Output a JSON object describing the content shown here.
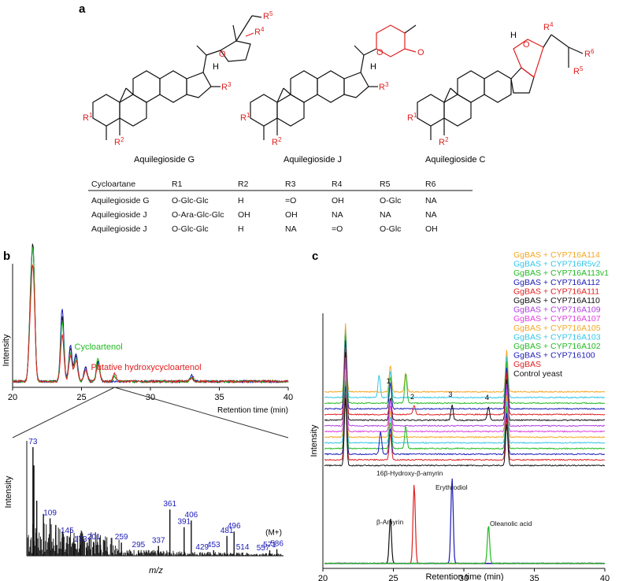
{
  "panel_labels": {
    "a": "a",
    "b": "b",
    "c": "c"
  },
  "structures": [
    {
      "name": "Aquilegioside G"
    },
    {
      "name": "Aquilegioside J"
    },
    {
      "name": "Aquilegioside C"
    }
  ],
  "chem_labels": {
    "r1": "R",
    "r1_sup": "1",
    "r2": "R",
    "r2_sup": "2",
    "r3": "R",
    "r3_sup": "3",
    "r4": "R",
    "r4_sup": "4",
    "r5": "R",
    "r5_sup": "5",
    "r6": "R",
    "r6_sup": "6",
    "O": "O",
    "H": "H"
  },
  "table": {
    "headers": [
      "Cycloartane",
      "R1",
      "R2",
      "R3",
      "R4",
      "R5",
      "R6"
    ],
    "rows": [
      [
        "Aquilegioside G",
        "O-Glc-Glc",
        "H",
        "=O",
        "OH",
        "O-Glc",
        "NA"
      ],
      [
        "Aquilegioside J",
        "O-Ara-Glc-Glc",
        "OH",
        "OH",
        "NA",
        "NA",
        "NA"
      ],
      [
        "Aquilegioside J",
        "O-Glc-Glc",
        "H",
        "NA",
        "=O",
        "O-Glc",
        "OH"
      ]
    ]
  },
  "colors": {
    "red": "#e02020",
    "green": "#22bb22",
    "blue": "#1a1ab8",
    "black": "#111111",
    "orange": "#f5a623",
    "cyan": "#33c6e8",
    "purple": "#b040e0",
    "magenta": "#e040e0",
    "navy": "#1f1f9a"
  },
  "chart_data": [
    {
      "type": "line",
      "title": "",
      "xlabel": "Retention time (min)",
      "ylabel": "Intensity",
      "xlim": [
        20,
        40
      ],
      "xticks": [
        20,
        25,
        30,
        35,
        40
      ],
      "series": [
        {
          "color": "#111111",
          "peaks": [
            [
              21.5,
              1.0
            ],
            [
              21.3,
              0.55
            ],
            [
              23.6,
              0.55
            ],
            [
              24.2,
              0.28
            ],
            [
              24.6,
              0.22
            ],
            [
              25.3,
              0.12
            ],
            [
              26.2,
              0.18
            ],
            [
              27.4,
              0.04
            ],
            [
              33.0,
              0.03
            ]
          ]
        },
        {
          "color": "#1a1ab8",
          "peaks": [
            [
              21.5,
              0.98
            ],
            [
              21.3,
              0.52
            ],
            [
              23.6,
              0.62
            ],
            [
              24.2,
              0.3
            ],
            [
              24.6,
              0.24
            ],
            [
              25.3,
              0.12
            ],
            [
              26.2,
              0.16
            ],
            [
              33.0,
              0.05
            ]
          ]
        },
        {
          "color": "#22bb22",
          "peaks": [
            [
              21.5,
              0.99
            ],
            [
              21.3,
              0.5
            ],
            [
              23.6,
              0.5
            ],
            [
              24.2,
              0.25
            ],
            [
              24.6,
              0.2
            ],
            [
              25.3,
              0.1
            ],
            [
              26.2,
              0.2
            ],
            [
              27.4,
              0.04
            ],
            [
              33.0,
              0.04
            ]
          ]
        },
        {
          "color": "#e02020",
          "peaks": [
            [
              21.5,
              0.85
            ],
            [
              21.3,
              0.45
            ],
            [
              23.6,
              0.4
            ],
            [
              24.2,
              0.22
            ],
            [
              24.6,
              0.18
            ],
            [
              25.3,
              0.1
            ],
            [
              26.2,
              0.14
            ],
            [
              27.4,
              0.07
            ],
            [
              33.0,
              0.03
            ]
          ]
        }
      ],
      "annotations": [
        {
          "text": "Cycloartenol",
          "color": "#22bb22",
          "x": 26.2
        },
        {
          "text": "Putative hydroxycycloartenol",
          "color": "#e02020",
          "x": 27.4
        }
      ]
    },
    {
      "type": "bar",
      "title": "",
      "xlabel": "m/z",
      "ylabel": "Intensity",
      "label_color": "#1a1ab8",
      "peaks": [
        {
          "mz": 73,
          "rel": 1.0,
          "label": "73"
        },
        {
          "mz": 75,
          "rel": 0.82,
          "label": ""
        },
        {
          "mz": 81,
          "rel": 0.5,
          "label": ""
        },
        {
          "mz": 95,
          "rel": 0.38,
          "label": ""
        },
        {
          "mz": 109,
          "rel": 0.34,
          "label": "109"
        },
        {
          "mz": 121,
          "rel": 0.28,
          "label": ""
        },
        {
          "mz": 135,
          "rel": 0.22,
          "label": ""
        },
        {
          "mz": 145,
          "rel": 0.18,
          "label": "145"
        },
        {
          "mz": 159,
          "rel": 0.16,
          "label": ""
        },
        {
          "mz": 173,
          "rel": 0.1,
          "label": "173"
        },
        {
          "mz": 187,
          "rel": 0.12,
          "label": ""
        },
        {
          "mz": 201,
          "rel": 0.12,
          "label": "201"
        },
        {
          "mz": 215,
          "rel": 0.1,
          "label": ""
        },
        {
          "mz": 229,
          "rel": 0.08,
          "label": ""
        },
        {
          "mz": 259,
          "rel": 0.12,
          "label": "259"
        },
        {
          "mz": 295,
          "rel": 0.05,
          "label": "295"
        },
        {
          "mz": 337,
          "rel": 0.09,
          "label": "337"
        },
        {
          "mz": 361,
          "rel": 0.42,
          "label": "361"
        },
        {
          "mz": 391,
          "rel": 0.26,
          "label": "391"
        },
        {
          "mz": 406,
          "rel": 0.32,
          "label": "406"
        },
        {
          "mz": 429,
          "rel": 0.03,
          "label": "429"
        },
        {
          "mz": 453,
          "rel": 0.05,
          "label": "453"
        },
        {
          "mz": 481,
          "rel": 0.18,
          "label": "481"
        },
        {
          "mz": 496,
          "rel": 0.22,
          "label": "496"
        },
        {
          "mz": 514,
          "rel": 0.03,
          "label": "514"
        },
        {
          "mz": 557,
          "rel": 0.02,
          "label": "557"
        },
        {
          "mz": 571,
          "rel": 0.05,
          "label": "571"
        },
        {
          "mz": 586,
          "rel": 0.06,
          "label": "586"
        }
      ],
      "molecular_ion_label": "(M+)"
    },
    {
      "type": "line",
      "title": "",
      "xlabel": "Retention time (min)",
      "ylabel": "Intensity",
      "xlim": [
        20,
        40
      ],
      "xticks": [
        20,
        25,
        30,
        35,
        40
      ],
      "series": [
        {
          "name": "GgBAS + CYP716A114",
          "color": "#f5a623",
          "peaks": [
            [
              21.5,
              0.9
            ],
            [
              24.7,
              0.35
            ],
            [
              25.8,
              0.25
            ],
            [
              33.0,
              0.55
            ]
          ]
        },
        {
          "name": "GgBAS + CYP716R5v2",
          "color": "#33c6e8",
          "peaks": [
            [
              21.5,
              0.9
            ],
            [
              23.9,
              0.3
            ],
            [
              24.7,
              0.35
            ],
            [
              33.0,
              0.55
            ]
          ]
        },
        {
          "name": "GgBAS + CYP716A113v1",
          "color": "#22bb22",
          "peaks": [
            [
              21.5,
              0.9
            ],
            [
              24.7,
              0.35
            ],
            [
              25.8,
              0.4
            ],
            [
              33.0,
              0.55
            ]
          ]
        },
        {
          "name": "GgBAS + CYP716A112",
          "color": "#1a1ab8",
          "peaks": [
            [
              21.5,
              0.9
            ],
            [
              24.7,
              0.35
            ],
            [
              33.0,
              0.55
            ]
          ]
        },
        {
          "name": "GgBAS + CYP716A111",
          "color": "#e02020",
          "peaks": [
            [
              21.5,
              0.9
            ],
            [
              24.7,
              0.2
            ],
            [
              26.4,
              0.12
            ],
            [
              33.0,
              0.55
            ]
          ]
        },
        {
          "name": "GgBAS + CYP716A110",
          "color": "#111111",
          "peaks": [
            [
              21.5,
              0.9
            ],
            [
              24.7,
              0.3
            ],
            [
              29.1,
              0.2
            ],
            [
              31.7,
              0.18
            ],
            [
              33.0,
              0.55
            ]
          ]
        },
        {
          "name": "GgBAS + CYP716A109",
          "color": "#b040e0",
          "peaks": [
            [
              21.5,
              0.9
            ],
            [
              24.7,
              0.35
            ],
            [
              33.0,
              0.55
            ]
          ]
        },
        {
          "name": "GgBAS + CYP716A107",
          "color": "#e040e0",
          "peaks": [
            [
              21.5,
              0.9
            ],
            [
              24.7,
              0.35
            ],
            [
              33.0,
              0.55
            ]
          ]
        },
        {
          "name": "GgBAS + CYP716A105",
          "color": "#f5a623",
          "peaks": [
            [
              21.5,
              0.9
            ],
            [
              24.7,
              0.35
            ],
            [
              33.0,
              0.55
            ]
          ]
        },
        {
          "name": "GgBAS + CYP716A103",
          "color": "#33c6e8",
          "peaks": [
            [
              21.5,
              0.9
            ],
            [
              24.7,
              0.35
            ],
            [
              33.0,
              0.55
            ]
          ]
        },
        {
          "name": "GgBAS + CYP716A102",
          "color": "#22bb22",
          "peaks": [
            [
              21.5,
              0.9
            ],
            [
              24.7,
              0.35
            ],
            [
              25.8,
              0.3
            ],
            [
              33.0,
              0.55
            ]
          ]
        },
        {
          "name": "GgBAS + CYP716100",
          "color": "#1a1ab8",
          "peaks": [
            [
              21.5,
              0.9
            ],
            [
              24.0,
              0.3
            ],
            [
              24.7,
              0.35
            ],
            [
              33.0,
              0.55
            ]
          ]
        },
        {
          "name": "GgBAS",
          "color": "#e02020",
          "peaks": [
            [
              21.5,
              0.9
            ],
            [
              24.7,
              0.35
            ],
            [
              33.0,
              0.55
            ]
          ]
        },
        {
          "name": "Control yeast",
          "color": "#111111",
          "peaks": [
            [
              21.5,
              0.9
            ],
            [
              33.0,
              0.55
            ]
          ]
        }
      ],
      "peak_numbers": [
        {
          "label": "1",
          "x": 24.7
        },
        {
          "label": "2",
          "x": 26.4
        },
        {
          "label": "3",
          "x": 29.1
        },
        {
          "label": "4",
          "x": 31.7
        }
      ],
      "standards": [
        {
          "name": "β-Amyrin",
          "color": "#111111",
          "x": 24.7,
          "rel": 0.42
        },
        {
          "name": "16β-Hydroxy-β-amyrin",
          "color": "#e02020",
          "x": 26.4,
          "rel": 0.72
        },
        {
          "name": "Erythrodiol",
          "color": "#1a1ab8",
          "x": 29.1,
          "rel": 0.78
        },
        {
          "name": "Oleanolic acid",
          "color": "#22bb22",
          "x": 31.7,
          "rel": 0.35
        }
      ]
    }
  ]
}
